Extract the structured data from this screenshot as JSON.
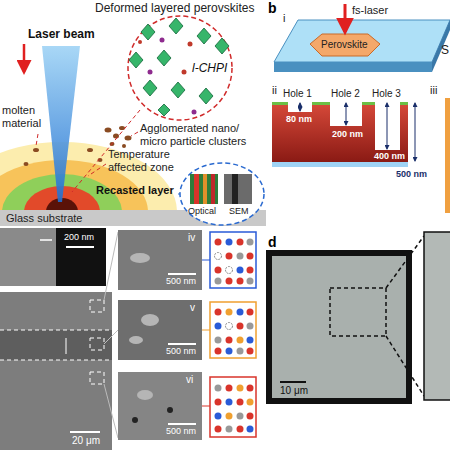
{
  "diagram": {
    "labels": [
      "Deformed layered perovskites",
      "Laser beam",
      "l-CHPI",
      "molten material",
      "Agglomerated nano/ micro particle clusters",
      "Temperature affected zone",
      "Recasted layer",
      "Optical",
      "SEM",
      "Glass substrate",
      "b",
      "i",
      "fs-laser",
      "Perovskite",
      "S",
      "ii",
      "Hole 1",
      "Hole 2",
      "Hole 3",
      "80 nm",
      "200 nm",
      "400 nm",
      "500 nm",
      "iii",
      "200 nm",
      "20 μm",
      "iv",
      "500 nm",
      "v",
      "500 nm",
      "vi",
      "500 nm",
      "d",
      "10 μm"
    ]
  }
}
